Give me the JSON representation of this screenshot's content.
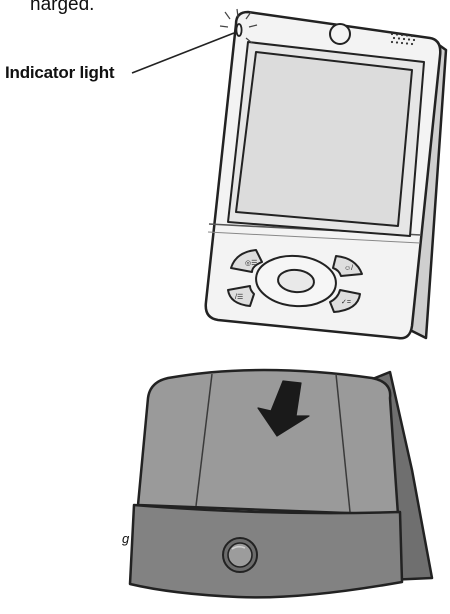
{
  "header": {
    "intro_text": "harged."
  },
  "callout": {
    "label": "Indicator light"
  },
  "caption": {
    "fragment": "g"
  },
  "colors": {
    "line": "#222222",
    "device_face": "#f2f2f2",
    "device_side": "#d2d2d2",
    "screen": "#e2e2e2",
    "cradle_face": "#8a8a8a",
    "cradle_top": "#9b9b9b",
    "cradle_side": "#6f6f6f",
    "arrow": "#1a1a1a"
  },
  "icons": [
    "indicator-light-icon",
    "speaker-grille-icon",
    "power-button-icon",
    "calendar-button-icon",
    "contacts-button-icon",
    "tasks-button-icon",
    "note-pad-button-icon",
    "navigator-icon",
    "down-arrow-icon",
    "cradle-button-icon"
  ]
}
